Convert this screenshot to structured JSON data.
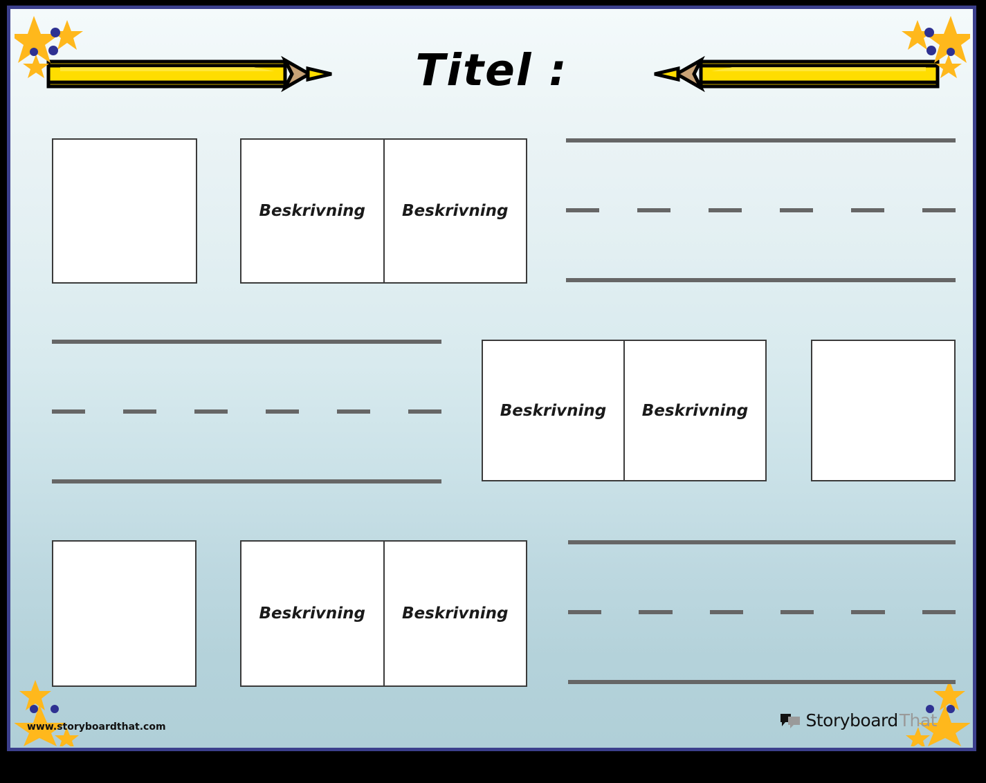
{
  "document": {
    "title": "Titel :",
    "type": "worksheet-template",
    "language": "sv"
  },
  "header": {
    "title": "Titel :",
    "pencil_left_icon": "pencil-icon",
    "pencil_right_icon": "pencil-icon"
  },
  "decorations": {
    "stars_top_left": "stars-icon",
    "stars_top_right": "stars-icon",
    "stars_bottom_left": "stars-icon",
    "stars_bottom_right": "stars-icon"
  },
  "rows": [
    {
      "image_box_label": "",
      "descriptions": [
        "Beskrivning",
        "Beskrivning"
      ],
      "writing_lines": {
        "dashes": 6,
        "position": "right"
      }
    },
    {
      "image_box_label": "",
      "descriptions": [
        "Beskrivning",
        "Beskrivning"
      ],
      "writing_lines": {
        "dashes": 6,
        "position": "left"
      }
    },
    {
      "image_box_label": "",
      "descriptions": [
        "Beskrivning",
        "Beskrivning"
      ],
      "writing_lines": {
        "dashes": 6,
        "position": "right"
      }
    }
  ],
  "footer": {
    "url": "www.storyboardthat.com",
    "brand_primary": "Storyboard",
    "brand_secondary": "That",
    "logo_icon": "speech-bubble-icon"
  },
  "colors": {
    "border_navy": "#3b3f8c",
    "star_gold": "#FFB81C",
    "star_dot_navy": "#2e3192",
    "pencil_yellow": "#FFDD00",
    "pencil_gold": "#C8A800",
    "pencil_wood": "#C8A276",
    "rule_gray": "#666666",
    "box_border": "#3a3a3a",
    "background_top": "#f4fafb",
    "background_bottom": "#b0cfd8"
  }
}
